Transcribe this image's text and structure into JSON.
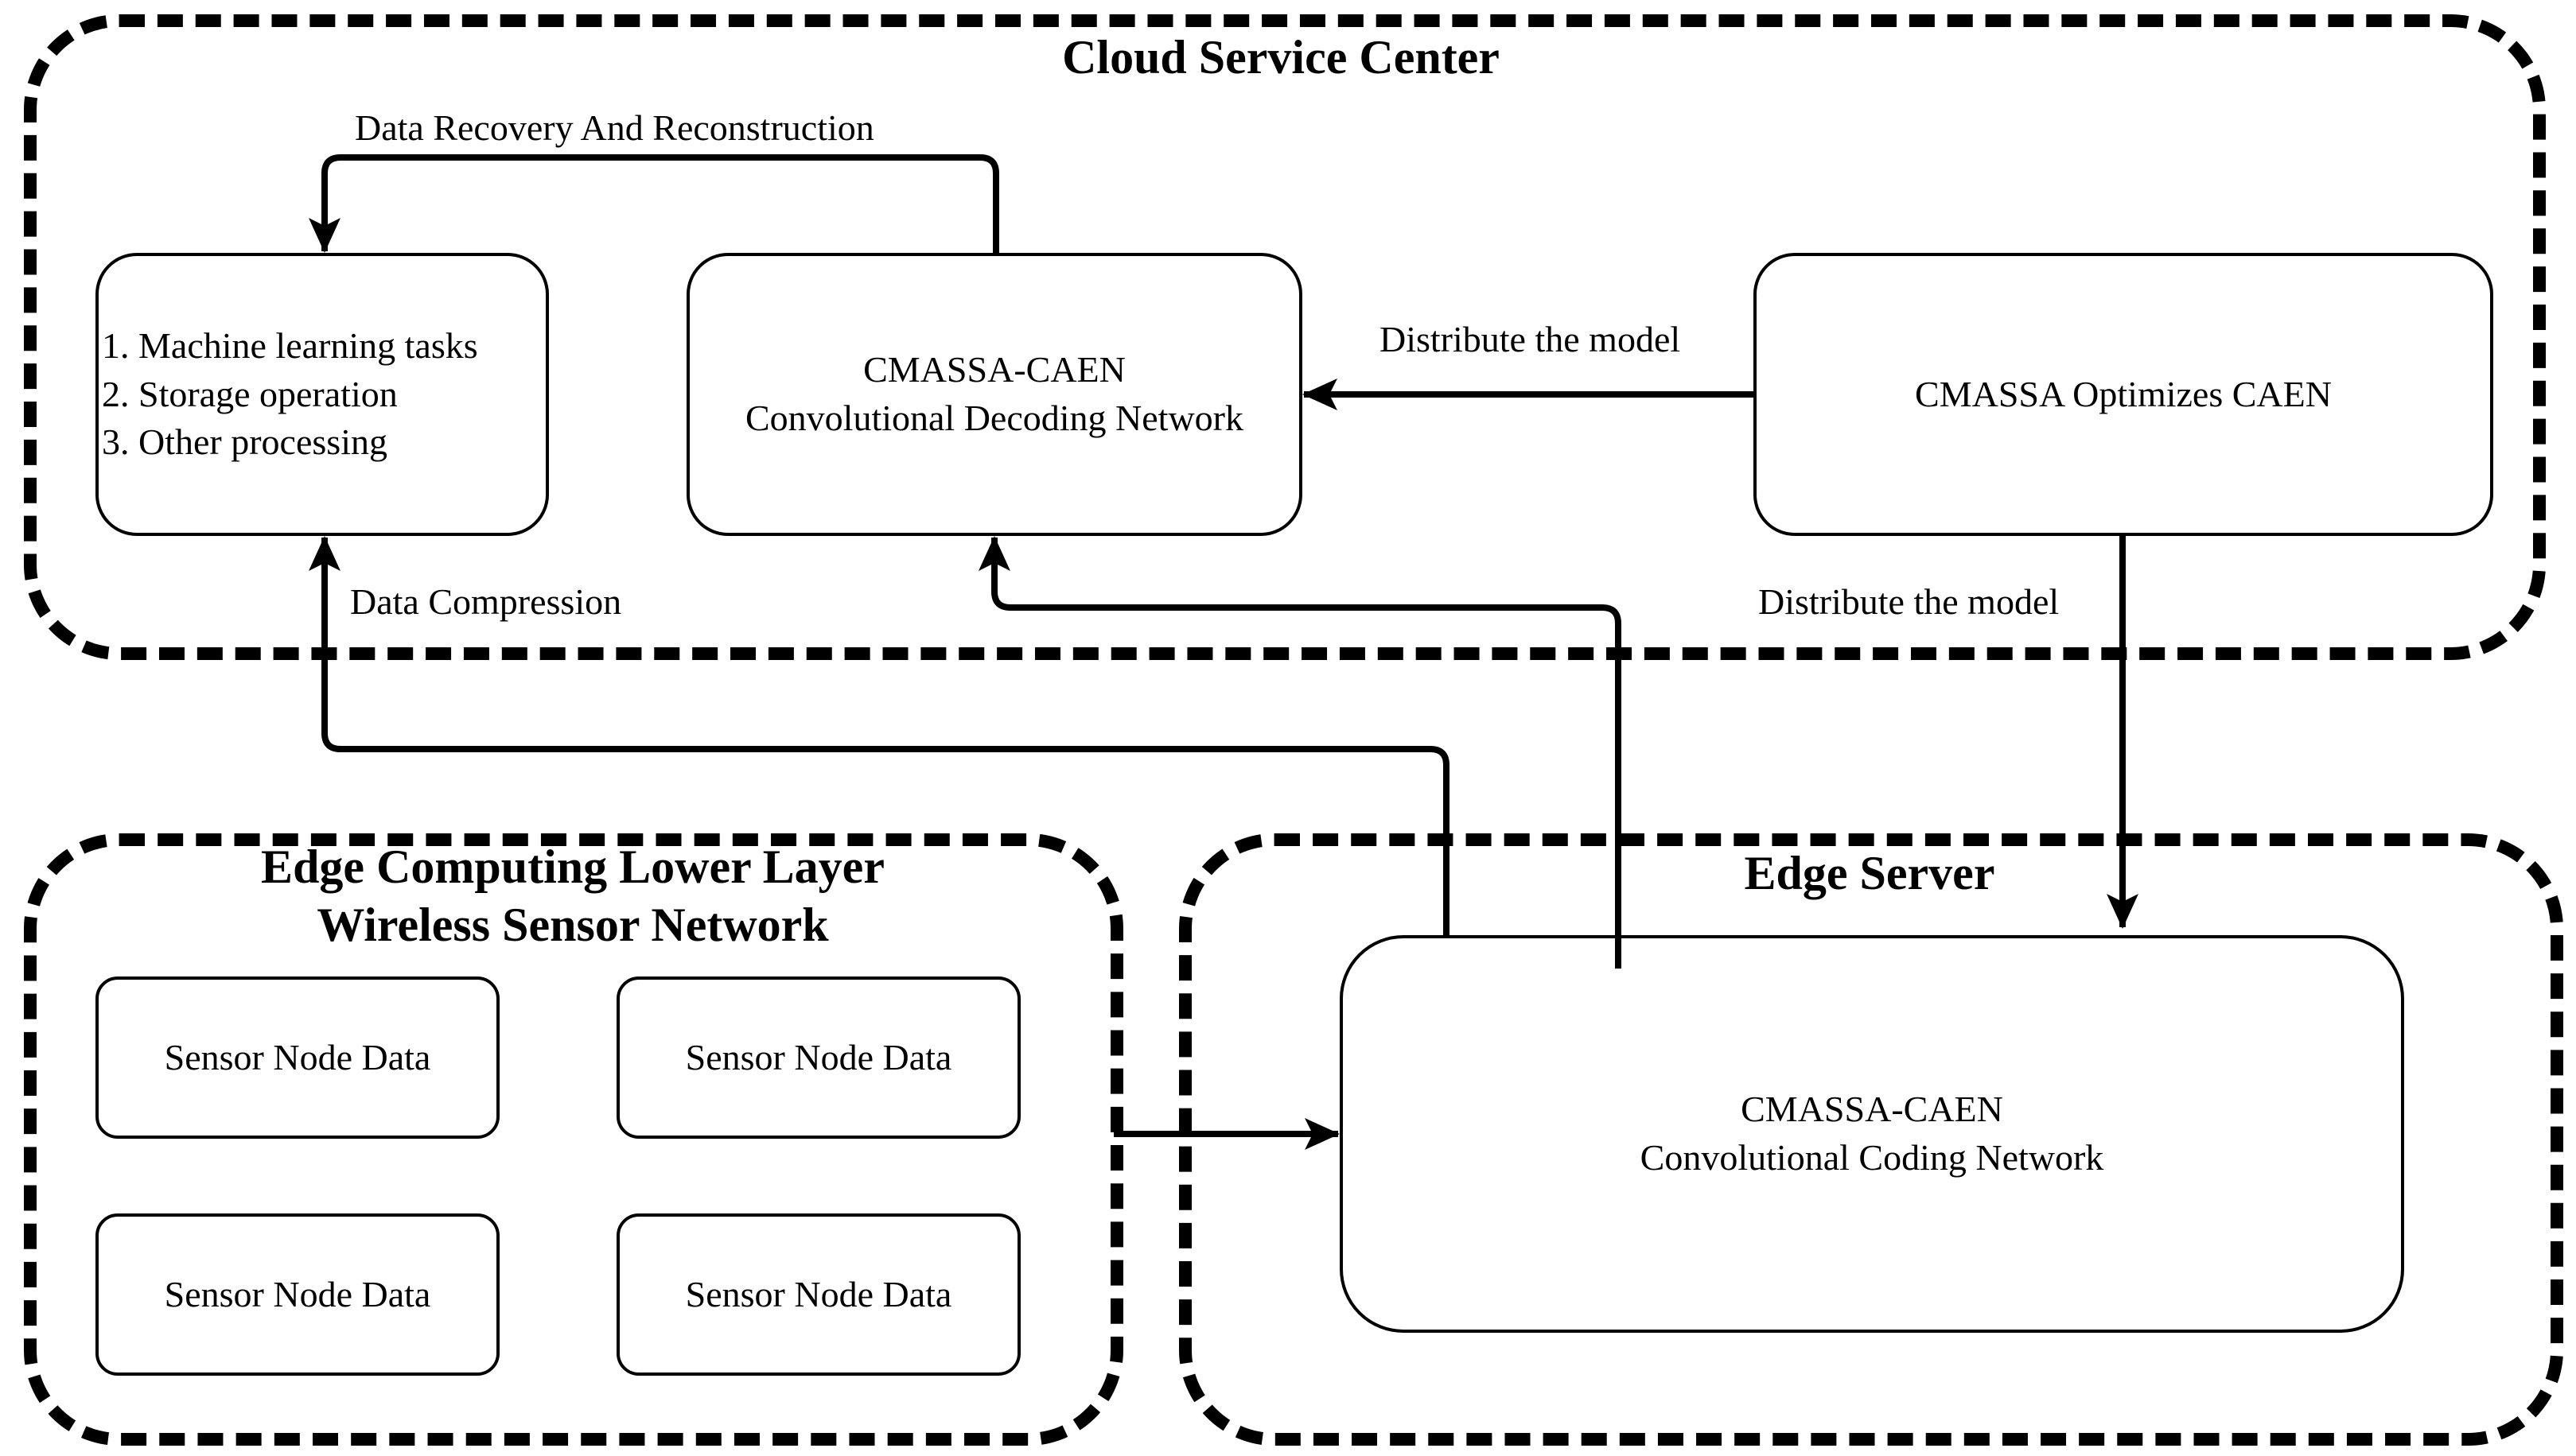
{
  "regions": {
    "cloud": {
      "title": "Cloud Service Center"
    },
    "edge_lower": {
      "title_line1": "Edge Computing Lower Layer",
      "title_line2": "Wireless Sensor Network"
    },
    "edge_server": {
      "title": "Edge Server"
    }
  },
  "nodes": {
    "tasks": {
      "items": [
        "1. Machine learning tasks",
        "2. Storage operation",
        "3. Other processing"
      ]
    },
    "decoder": {
      "line1": "CMASSA-CAEN",
      "line2": "Convolutional Decoding Network"
    },
    "optimizer": {
      "label": "CMASSA Optimizes CAEN"
    },
    "encoder": {
      "line1": "CMASSA-CAEN",
      "line2": "Convolutional Coding Network"
    },
    "sensors": [
      "Sensor Node Data",
      "Sensor Node Data",
      "Sensor Node Data",
      "Sensor Node Data"
    ]
  },
  "edges": {
    "recovery": "Data Recovery And Reconstruction",
    "distribute_to_decoder": "Distribute the model",
    "distribute_to_encoder": "Distribute the model",
    "compression": "Data Compression"
  }
}
